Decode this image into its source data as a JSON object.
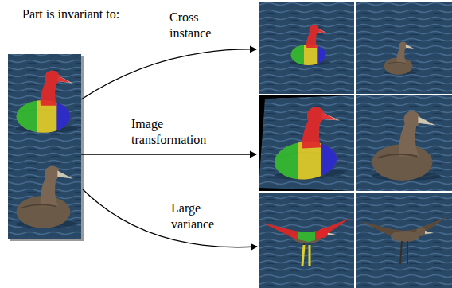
{
  "diagram": {
    "labels": [
      "Part is invariant to:",
      "Cross instance",
      "Image transformation",
      "Large variance"
    ]
  }
}
